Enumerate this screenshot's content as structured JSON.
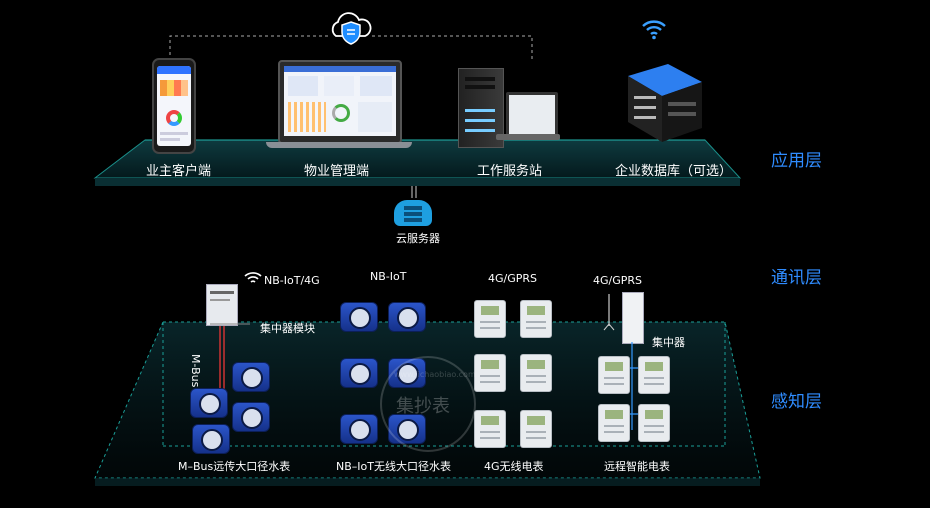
{
  "layers": {
    "application": "应用层",
    "communication": "通讯层",
    "perception": "感知层"
  },
  "application_nodes": {
    "owner_client": "业主客户端",
    "property_client": "物业管理端",
    "workstation": "工作服务站",
    "database": "企业数据库（可选）"
  },
  "cloud": {
    "label": "云服务器"
  },
  "groups": {
    "mbus": {
      "signal_label": "NB-IoT/4G",
      "concentrator_label": "集中器模块",
      "bus_label": "M-Bus",
      "caption": "M–Bus远传大口径水表"
    },
    "nbiot": {
      "signal_label": "NB-IoT",
      "caption": "NB–IoT无线大口径水表"
    },
    "g4": {
      "signal_label": "4G/GPRS",
      "caption": "4G无线电表"
    },
    "remote": {
      "signal_label": "4G/GPRS",
      "concentrator_label": "集中器",
      "caption": "远程智能电表"
    }
  },
  "watermark": {
    "text": "集抄表",
    "url": "www.jichaobiao.com"
  },
  "colors": {
    "accent": "#2f8cff",
    "platform_glow": "#1ad6c8",
    "background": "#000000"
  }
}
